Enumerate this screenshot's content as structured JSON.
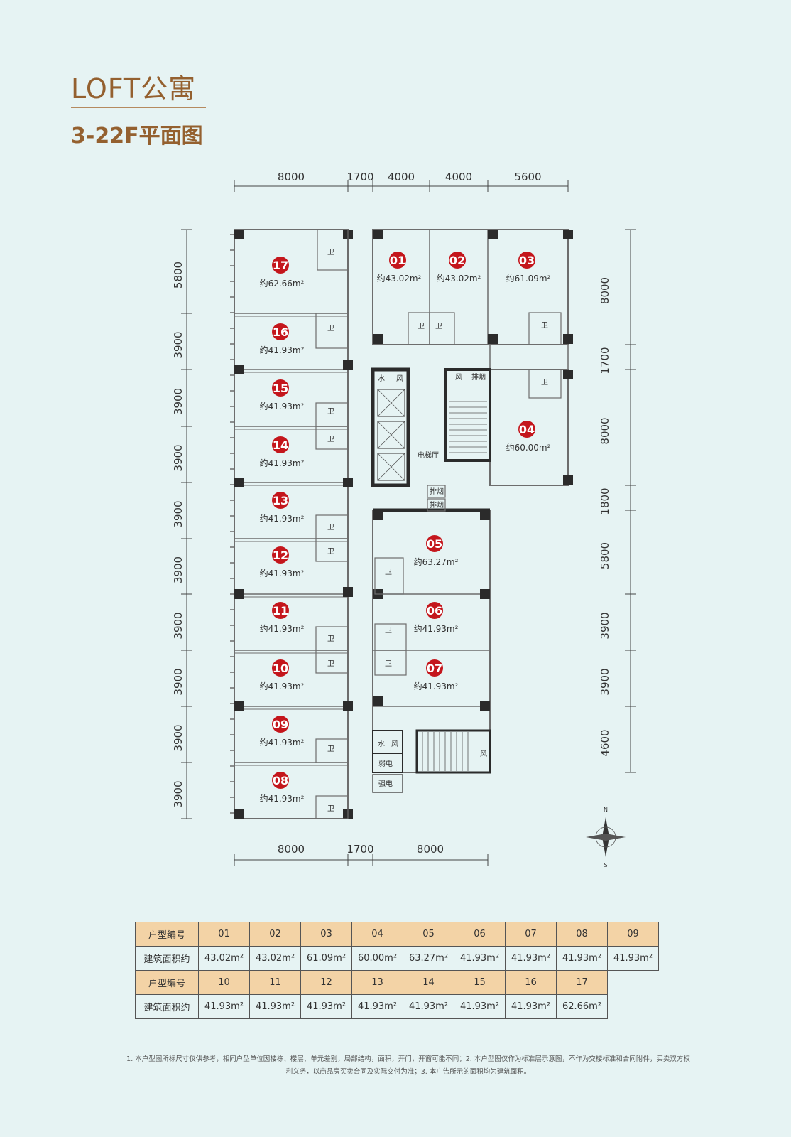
{
  "header": {
    "title": "LOFT公寓",
    "subtitle": "3-22F平面图"
  },
  "dimensions": {
    "top": [
      "8000",
      "1700",
      "4000",
      "4000",
      "5600"
    ],
    "bottom": [
      "8000",
      "1700",
      "8000"
    ],
    "left": [
      "5800",
      "3900",
      "3900",
      "3900",
      "3900",
      "3900",
      "3900",
      "3900",
      "3900",
      "3900"
    ],
    "right": [
      "8000",
      "1700",
      "8000",
      "1800",
      "5800",
      "3900",
      "3900",
      "4600"
    ]
  },
  "units": [
    {
      "no": "17",
      "area": "约62.66m²"
    },
    {
      "no": "16",
      "area": "约41.93m²"
    },
    {
      "no": "15",
      "area": "约41.93m²"
    },
    {
      "no": "14",
      "area": "约41.93m²"
    },
    {
      "no": "13",
      "area": "约41.93m²"
    },
    {
      "no": "12",
      "area": "约41.93m²"
    },
    {
      "no": "11",
      "area": "约41.93m²"
    },
    {
      "no": "10",
      "area": "约41.93m²"
    },
    {
      "no": "09",
      "area": "约41.93m²"
    },
    {
      "no": "08",
      "area": "约41.93m²"
    },
    {
      "no": "01",
      "area": "约43.02m²"
    },
    {
      "no": "02",
      "area": "约43.02m²"
    },
    {
      "no": "03",
      "area": "约61.09m²"
    },
    {
      "no": "04",
      "area": "约60.00m²"
    },
    {
      "no": "05",
      "area": "约63.27m²"
    },
    {
      "no": "06",
      "area": "约41.93m²"
    },
    {
      "no": "07",
      "area": "约41.93m²"
    }
  ],
  "plan_labels": {
    "bath": "卫",
    "water": "水",
    "wind": "风",
    "smoke": "排烟",
    "lobby": "电梯厅",
    "weak": "弱电",
    "strong": "强电"
  },
  "compass": {
    "north": "N",
    "south": "S"
  },
  "colors": {
    "badge": "#c4161c",
    "title": "#94602f",
    "header_cell": "#f3d3a6",
    "background": "#e6f3f3"
  },
  "table": {
    "row_header_type": "户型编号",
    "row_header_area": "建筑面积约",
    "block1": {
      "types": [
        "01",
        "02",
        "03",
        "04",
        "05",
        "06",
        "07",
        "08",
        "09"
      ],
      "areas": [
        "43.02m²",
        "43.02m²",
        "61.09m²",
        "60.00m²",
        "63.27m²",
        "41.93m²",
        "41.93m²",
        "41.93m²",
        "41.93m²"
      ]
    },
    "block2": {
      "types": [
        "10",
        "11",
        "12",
        "13",
        "14",
        "15",
        "16",
        "17"
      ],
      "areas": [
        "41.93m²",
        "41.93m²",
        "41.93m²",
        "41.93m²",
        "41.93m²",
        "41.93m²",
        "41.93m²",
        "62.66m²"
      ]
    }
  },
  "footnote": "1. 本户型图所标尺寸仅供参考，相同户型单位因楼栋、楼层、单元差别，局部结构，面积，开门，开窗可能不同；2. 本户型图仅作为标准层示意图，不作为交楼标准和合同附件，买卖双方权利义务，以商品房买卖合同及实际交付为准；3. 本广告所示的面积均为建筑面积。"
}
